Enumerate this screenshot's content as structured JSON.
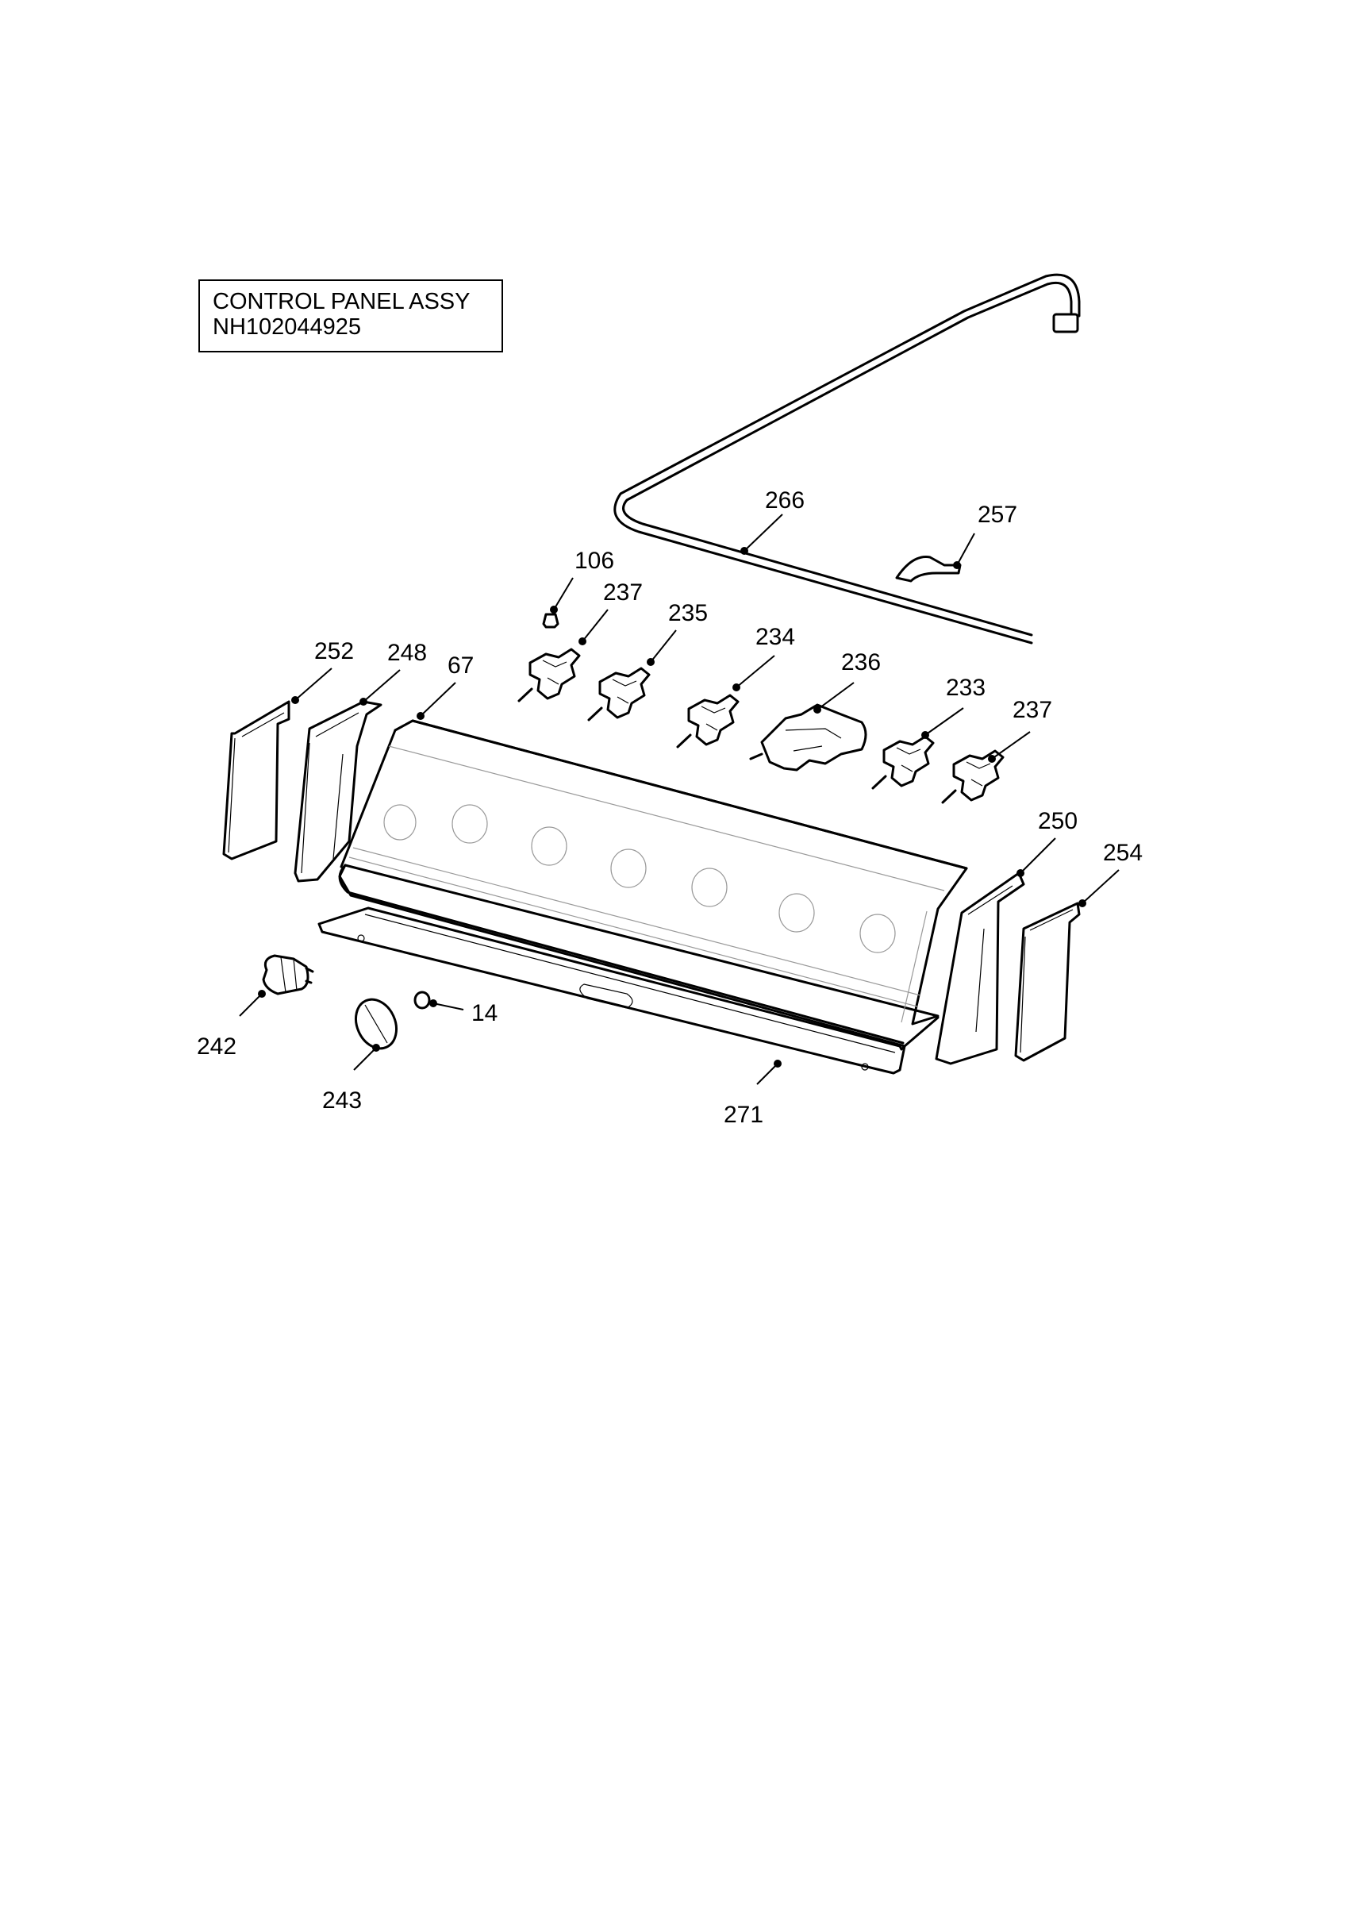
{
  "title": {
    "line1": "CONTROL PANEL ASSY",
    "line2": "NH102044925"
  },
  "parts": [
    {
      "id": "p266",
      "label": "266"
    },
    {
      "id": "p257",
      "label": "257"
    },
    {
      "id": "p106",
      "label": "106"
    },
    {
      "id": "p237a",
      "label": "237"
    },
    {
      "id": "p235",
      "label": "235"
    },
    {
      "id": "p234",
      "label": "234"
    },
    {
      "id": "p236",
      "label": "236"
    },
    {
      "id": "p233",
      "label": "233"
    },
    {
      "id": "p237b",
      "label": "237"
    },
    {
      "id": "p252",
      "label": "252"
    },
    {
      "id": "p248",
      "label": "248"
    },
    {
      "id": "p67",
      "label": "67"
    },
    {
      "id": "p250",
      "label": "250"
    },
    {
      "id": "p254",
      "label": "254"
    },
    {
      "id": "p242",
      "label": "242"
    },
    {
      "id": "p243",
      "label": "243"
    },
    {
      "id": "p14",
      "label": "14"
    },
    {
      "id": "p271",
      "label": "271"
    }
  ]
}
